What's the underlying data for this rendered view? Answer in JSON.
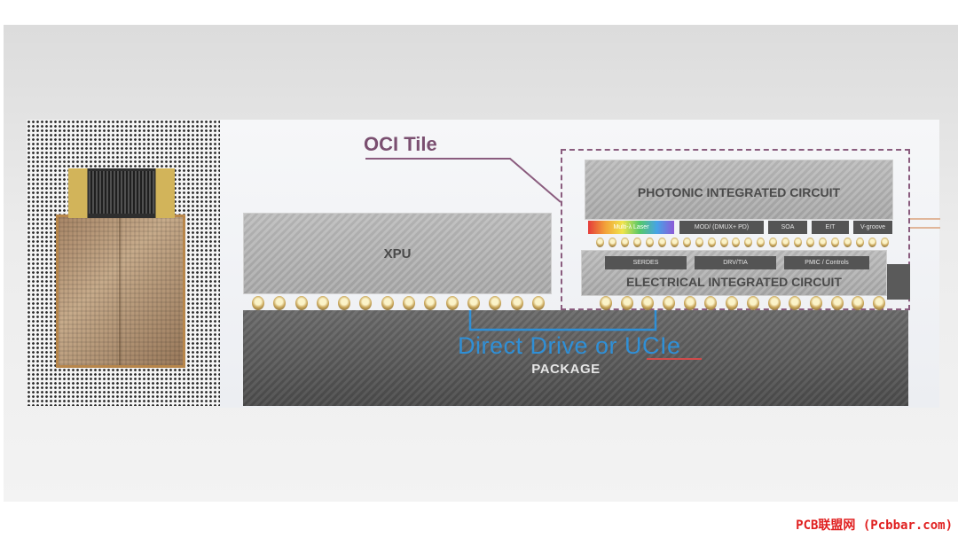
{
  "diagram": {
    "oci_tile_label": "OCI Tile",
    "photonic_ic_label": "PHOTONIC INTEGRATED CIRCUIT",
    "electrical_ic_label": "ELECTRICAL INTEGRATED CIRCUIT",
    "xpu_label": "XPU",
    "package_label": "PACKAGE",
    "direct_drive_label": "Direct Drive or UCIe",
    "photonic_components": [
      "Multi-λ Laser",
      "MOD/ (DMUX+ PD)",
      "SOA",
      "EIT",
      "V-groove"
    ],
    "electrical_components": [
      "SERDES",
      "DRV/TIA",
      "PMIC / Controls"
    ]
  },
  "watermark": "PCB联盟网 (Pcbbar.com)",
  "colors": {
    "oci_accent": "#8a5c7e",
    "direct_drive_blue": "#2f8fd6",
    "watermark_red": "#e02020"
  }
}
